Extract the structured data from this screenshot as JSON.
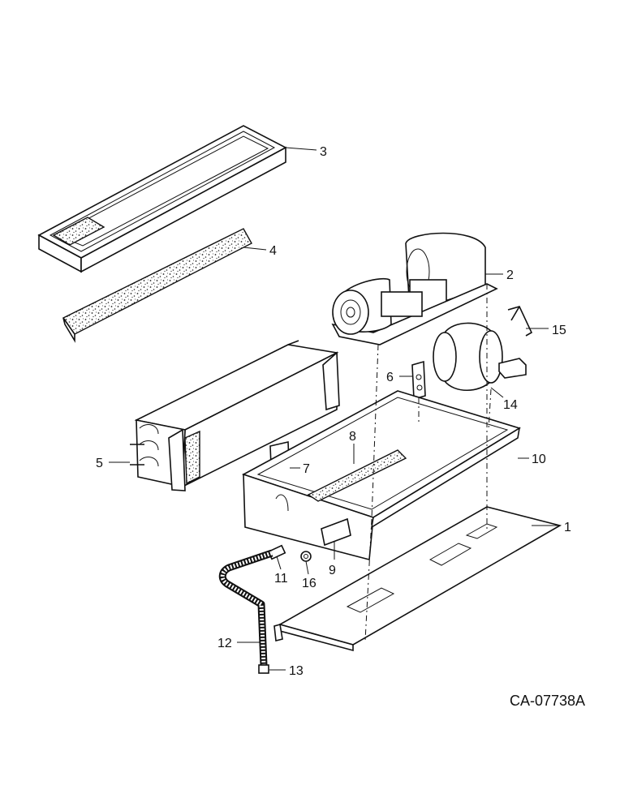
{
  "drawing_number": "CA-07738A",
  "callouts": [
    {
      "id": "1",
      "label": "1"
    },
    {
      "id": "2",
      "label": "2"
    },
    {
      "id": "3",
      "label": "3"
    },
    {
      "id": "4",
      "label": "4"
    },
    {
      "id": "5",
      "label": "5"
    },
    {
      "id": "6",
      "label": "6"
    },
    {
      "id": "7",
      "label": "7"
    },
    {
      "id": "8",
      "label": "8"
    },
    {
      "id": "9",
      "label": "9"
    },
    {
      "id": "10",
      "label": "10"
    },
    {
      "id": "11",
      "label": "11"
    },
    {
      "id": "12",
      "label": "12"
    },
    {
      "id": "13",
      "label": "13"
    },
    {
      "id": "14",
      "label": "14"
    },
    {
      "id": "15",
      "label": "15"
    },
    {
      "id": "16",
      "label": "16"
    }
  ]
}
